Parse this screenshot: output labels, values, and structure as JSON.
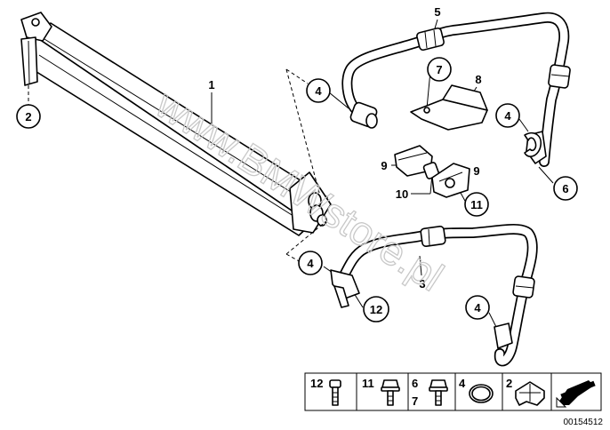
{
  "diagram": {
    "id": "00154512",
    "watermark": "www.BMWstore.pl",
    "callouts": {
      "c1": "1",
      "c2": "2",
      "c3": "3",
      "c4a": "4",
      "c4b": "4",
      "c4c": "4",
      "c4d": "4",
      "c5": "5",
      "c6": "6",
      "c7": "7",
      "c8": "8",
      "c9a": "9",
      "c9b": "9",
      "c10": "10",
      "c11": "11",
      "c12": "12"
    },
    "parts_strip": [
      {
        "label": "12"
      },
      {
        "label": "11"
      },
      {
        "label": "6",
        "label2": "7"
      },
      {
        "label": "4"
      },
      {
        "label": "2"
      }
    ]
  }
}
